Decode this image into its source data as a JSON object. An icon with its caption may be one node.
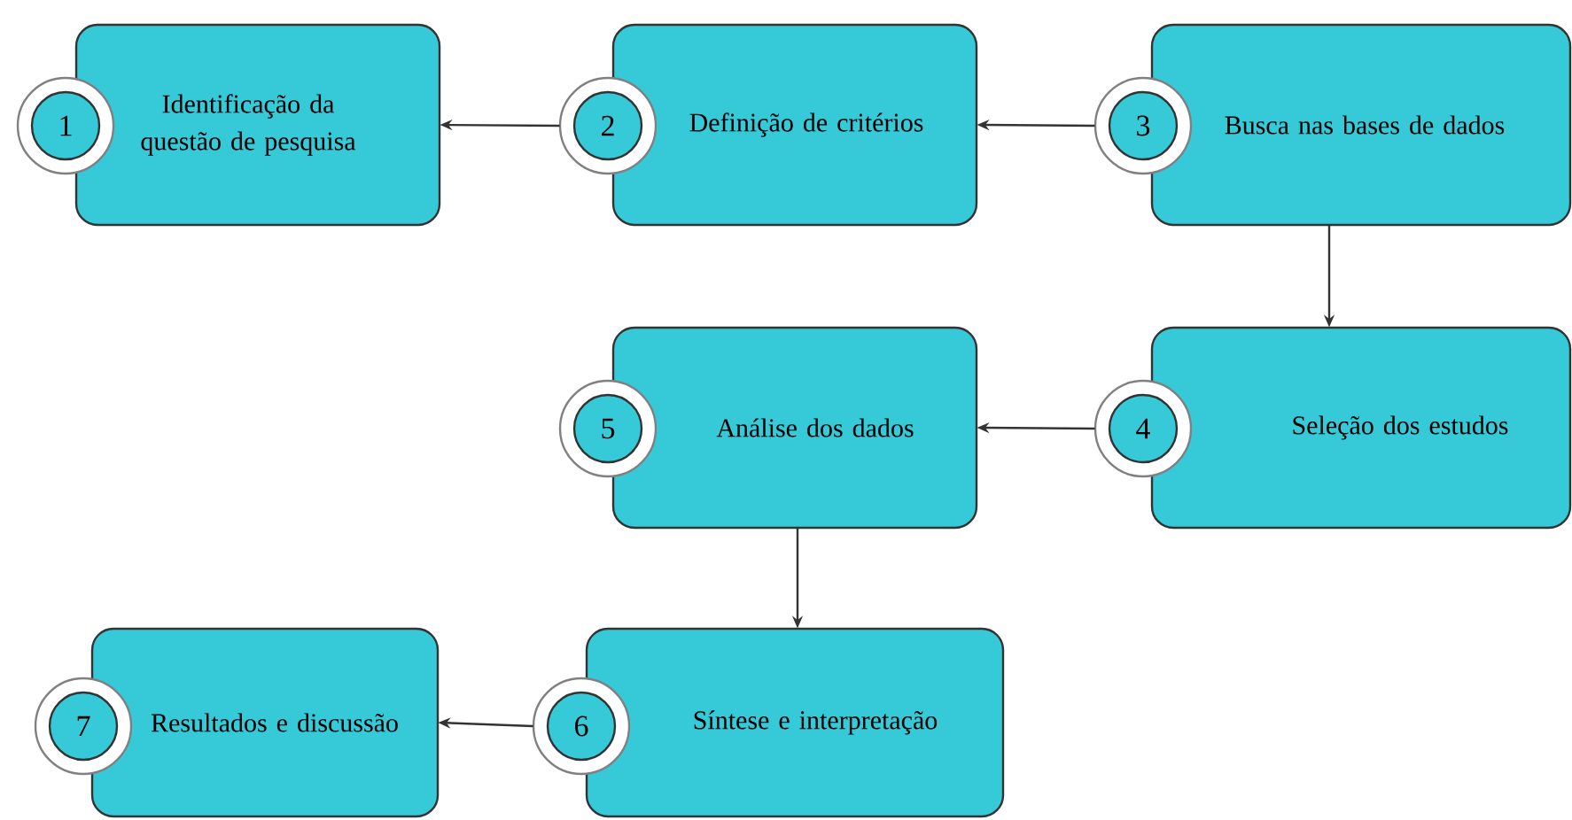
{
  "diagram": {
    "nodes": [
      {
        "text": [
          "1"
        ]
      },
      {
        "text": [
          "Identificação da questão de pesquisa"
        ]
      },
      {
        "text": [
          "2"
        ]
      },
      {
        "text": [
          "Definição de critérios"
        ]
      },
      {
        "text": [
          "3"
        ]
      },
      {
        "text": [
          "Busca nas bases de dados"
        ]
      },
      {
        "text": [
          "4"
        ]
      },
      {
        "text": [
          "Seleção dos estudos"
        ]
      },
      {
        "text": [
          "5"
        ]
      },
      {
        "text": [
          "Análise dos dados"
        ]
      },
      {
        "text": [
          "6"
        ]
      },
      {
        "text": [
          "Síntese e interpretação"
        ]
      },
      {
        "text": [
          "7"
        ]
      },
      {
        "text": [
          "Resultados e discussão"
        ]
      }
    ],
    "edges": [
      {
        "from": 2,
        "to": 1,
        "arrow": "to"
      },
      {
        "from": 4,
        "to": 3,
        "arrow": "to"
      },
      {
        "from": 5,
        "to": 7,
        "arrow": "to"
      },
      {
        "from": 6,
        "to": 9,
        "arrow": "to"
      },
      {
        "from": 9,
        "to": 11,
        "arrow": "to"
      },
      {
        "from": 10,
        "to": 13,
        "arrow": "to"
      }
    ]
  }
}
